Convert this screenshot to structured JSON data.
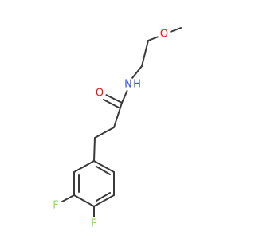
{
  "molecule": {
    "atoms": [
      {
        "id": "O_methoxy",
        "label": "O",
        "color": "#ff0d0d"
      },
      {
        "id": "N_amide",
        "label": "N",
        "color": "#3050f8"
      },
      {
        "id": "O_carbonyl",
        "label": "O",
        "color": "#ff0d0d"
      },
      {
        "id": "F_meta",
        "label": "F",
        "color": "#90e050"
      },
      {
        "id": "F_para",
        "label": "F",
        "color": "#90e050"
      }
    ],
    "bond_color": "#3a3a3a"
  }
}
